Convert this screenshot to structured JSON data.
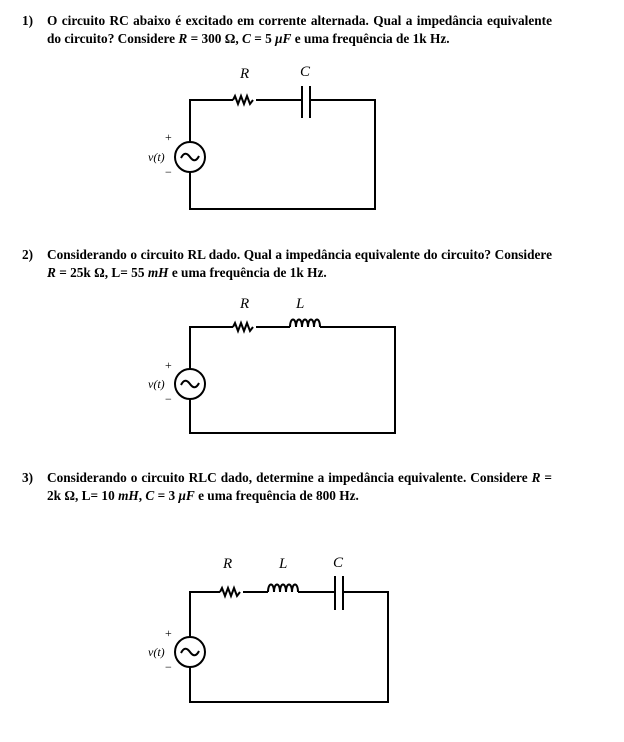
{
  "questions": [
    {
      "number": "1)",
      "text_parts": [
        "O circuito RC abaixo é excitado em corrente alternada. Qual a impedância equivalente do circuito? Considere ",
        "R",
        " = 300 Ω, ",
        "C",
        " = 5 ",
        "μF",
        " e uma frequência de 1k Hz."
      ],
      "circuit": {
        "type": "RC",
        "labels": {
          "r": "R",
          "c": "C",
          "source": "v(t)",
          "plus": "+",
          "minus": "−"
        }
      }
    },
    {
      "number": "2)",
      "text_parts": [
        "Considerando o circuito RL dado. Qual a impedância equivalente do circuito? Considere ",
        "R",
        " = 25k Ω, L= 55 ",
        "mH",
        " e uma frequência de 1k Hz."
      ],
      "circuit": {
        "type": "RL",
        "labels": {
          "r": "R",
          "l": "L",
          "source": "v(t)",
          "plus": "+",
          "minus": "−"
        }
      }
    },
    {
      "number": "3)",
      "text_parts": [
        "Considerando o circuito RLC dado, determine a impedância equivalente. Considere ",
        "R",
        " = 2k Ω, L= 10 ",
        "mH",
        ", ",
        "C",
        " = 3 ",
        "μF",
        " e uma frequência de 800 Hz."
      ],
      "circuit": {
        "type": "RLC",
        "labels": {
          "r": "R",
          "l": "L",
          "c": "C",
          "source": "v(t)",
          "plus": "+",
          "minus": "−"
        }
      }
    }
  ]
}
